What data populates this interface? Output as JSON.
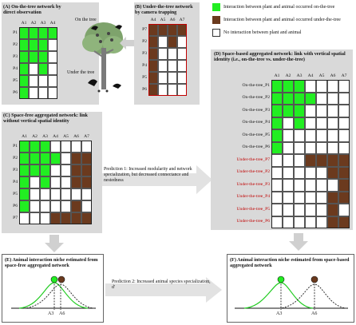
{
  "panels": {
    "A": {
      "letter": "(A)",
      "title": "On-the-tree network by direct observation"
    },
    "B": {
      "letter": "(B)",
      "title": "Under-the-tree network by camera trapping"
    },
    "C": {
      "letter": "(C)",
      "title": "Space-free aggregated network: link without vertical spatial identity"
    },
    "D": {
      "letter": "(D)",
      "title": "Space-based aggregated network: link with vertical spatial identity (i.e., on-the-tree vs. under-the-tree)"
    },
    "E": {
      "letter": "(E)",
      "title": "Animal interaction niche estimated from space-free aggregated network"
    },
    "F": {
      "letter": "(F)",
      "title": "Animal interaction niche estimated from space-based aggregated network"
    }
  },
  "legend": {
    "green": "Interaction between plant and animal occurred on-the-tree",
    "brown": "Interaction between plant and animal occurred under-the-tree",
    "white": "No interaction between plant and animal"
  },
  "tree_labels": {
    "on": "On the tree",
    "under": "Under the tree"
  },
  "predictions": {
    "p1": "Prediction 1: Increased modularity and network specialization, but decreased connectance and nestedness",
    "p2": "Prediction 2: Increased animal species specialization, d'"
  },
  "niche_labels": {
    "E_a3": "A3",
    "E_a6": "A6",
    "F_a3": "A3",
    "F_a6": "A6"
  },
  "A_cols": [
    "A1",
    "A2",
    "A3",
    "A4"
  ],
  "A_rows": [
    "P1",
    "P2",
    "P3",
    "P4",
    "P5",
    "P6"
  ],
  "B_cols": [
    "A4",
    "A5",
    "A6",
    "A7"
  ],
  "B_rows": [
    "P7",
    "P2",
    "P3",
    "P4",
    "P5",
    "P6"
  ],
  "C_cols": [
    "A1",
    "A2",
    "A3",
    "A4",
    "A5",
    "A6",
    "A7"
  ],
  "C_rows": [
    "P1",
    "P2",
    "P3",
    "P4",
    "P5",
    "P6",
    "P7"
  ],
  "D_cols": [
    "A1",
    "A2",
    "A3",
    "A4",
    "A5",
    "A6",
    "A7"
  ],
  "D_rows": [
    "On-the-tree_P1",
    "On-the-tree_P2",
    "On-the-tree_P3",
    "On-the-tree_P4",
    "On-the-tree_P5",
    "On-the-tree_P6",
    "Under-the-tree_P7",
    "Under-the-tree_P2",
    "Under-the-tree_P3",
    "Under-the-tree_P4",
    "Under-the-tree_P5",
    "Under-the-tree_P6"
  ],
  "colors": {
    "green": "#22ee22",
    "brown": "#6b3a1e",
    "grey": "#d9d9d9",
    "red": "#c00000"
  }
}
